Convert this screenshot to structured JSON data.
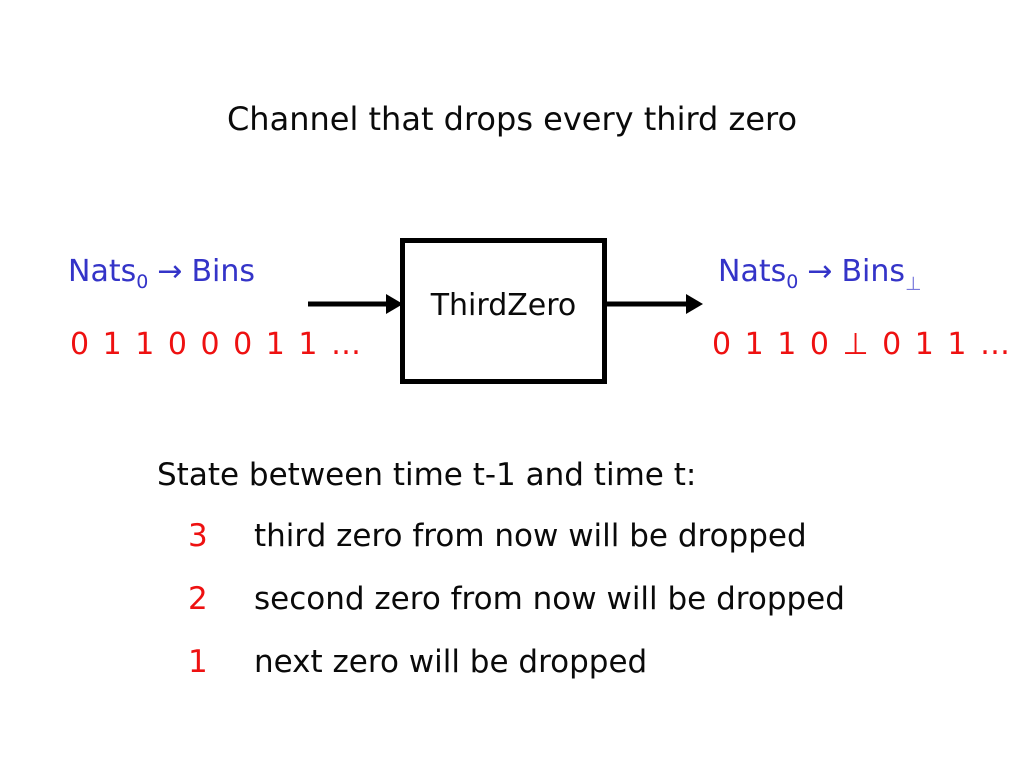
{
  "title": "Channel that drops every third zero",
  "diagram": {
    "box_label": "ThirdZero",
    "input": {
      "type_base": "Nats",
      "type_base_sub": "0",
      "type_arrow": "→",
      "type_target": "Bins",
      "sequence": "0 1 1 0 0 0 1 1 …"
    },
    "output": {
      "type_base": "Nats",
      "type_base_sub": "0",
      "type_arrow": "→",
      "type_target": "Bins",
      "type_target_sub": "⊥",
      "sequence": "0 1 1 0 ⊥ 0 1 1 …"
    }
  },
  "state": {
    "heading": "State between time t-1 and time t:",
    "rows": [
      {
        "value": "3",
        "description": "third zero from now will be dropped"
      },
      {
        "value": "2",
        "description": "second zero from now will be dropped"
      },
      {
        "value": "1",
        "description": "next zero will be dropped"
      }
    ]
  },
  "colors": {
    "type_blue": "#3434c8",
    "perp_subscript_blue": "#7878dc",
    "sequence_red": "#ee1111",
    "text_black": "#0a0a0a",
    "background": "#ffffff"
  }
}
